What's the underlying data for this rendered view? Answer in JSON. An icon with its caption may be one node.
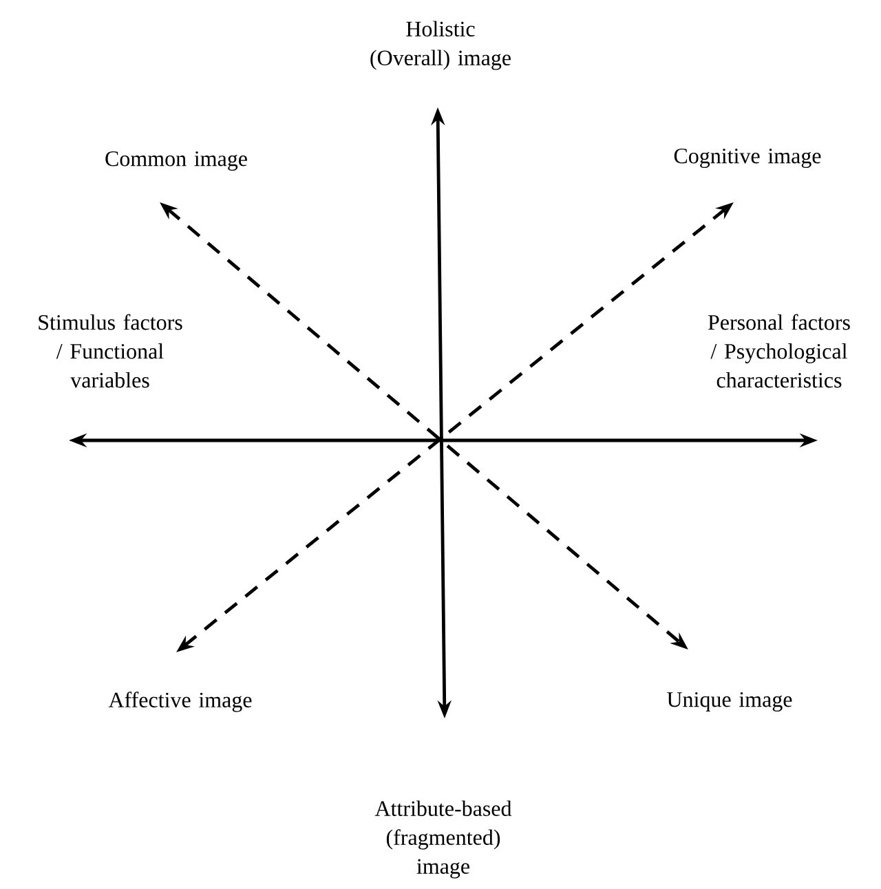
{
  "diagram": {
    "nodes": [
      {
        "text": [
          "Holistic (Overall) image"
        ]
      },
      {
        "text": [
          "Common image"
        ]
      },
      {
        "text": [
          "Cognitive image"
        ]
      },
      {
        "text": [
          "Stimulus factors / Functional variables"
        ]
      },
      {
        "text": [
          "Personal factors / Psychological characteristics"
        ]
      },
      {
        "text": [
          "Affective image"
        ]
      },
      {
        "text": [
          "Unique image"
        ]
      },
      {
        "text": [
          "Attribute-based (fragmented) image"
        ]
      }
    ],
    "edges": [
      {
        "from": 0,
        "to": 7,
        "arrow": "both"
      },
      {
        "from": 3,
        "to": 4,
        "arrow": "both"
      },
      {
        "from": 1,
        "to": 6,
        "arrow": "both",
        "style": "dashed"
      },
      {
        "from": 2,
        "to": 5,
        "arrow": "both",
        "style": "dashed"
      }
    ]
  }
}
